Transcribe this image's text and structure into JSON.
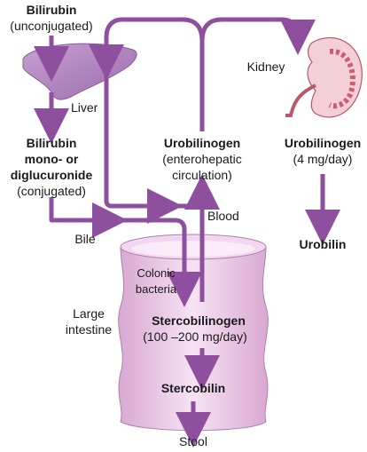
{
  "colors": {
    "arrow": "#8e4f9f",
    "liver": "#b98cc4",
    "intestine": "#e6bfe0",
    "kidney": "#d66b7b"
  },
  "labels": {
    "bilirubin_title": "Bilirubin",
    "bilirubin_sub": "(unconjugated)",
    "liver": "Liver",
    "conj_line1": "Bilirubin",
    "conj_line2": "mono- or",
    "conj_line3": "diglucuronide",
    "conj_line4": "(conjugated)",
    "bile": "Bile",
    "urobilinogen_center": "Urobilinogen",
    "entero_line1": "(enterohepatic",
    "entero_line2": "circulation)",
    "blood": "Blood",
    "kidney": "Kidney",
    "urobilinogen_right": "Urobilinogen",
    "urobilinogen_amount": "(4 mg/day)",
    "urobilin": "Urobilin",
    "colonic_line1": "Colonic",
    "colonic_line2": "bacteria",
    "large_line1": "Large",
    "large_line2": "intestine",
    "stercobilinogen": "Stercobilinogen",
    "stercobilinogen_amount": "(100 –200 mg/day)",
    "stercobilin": "Stercobilin",
    "stool": "Stool"
  }
}
